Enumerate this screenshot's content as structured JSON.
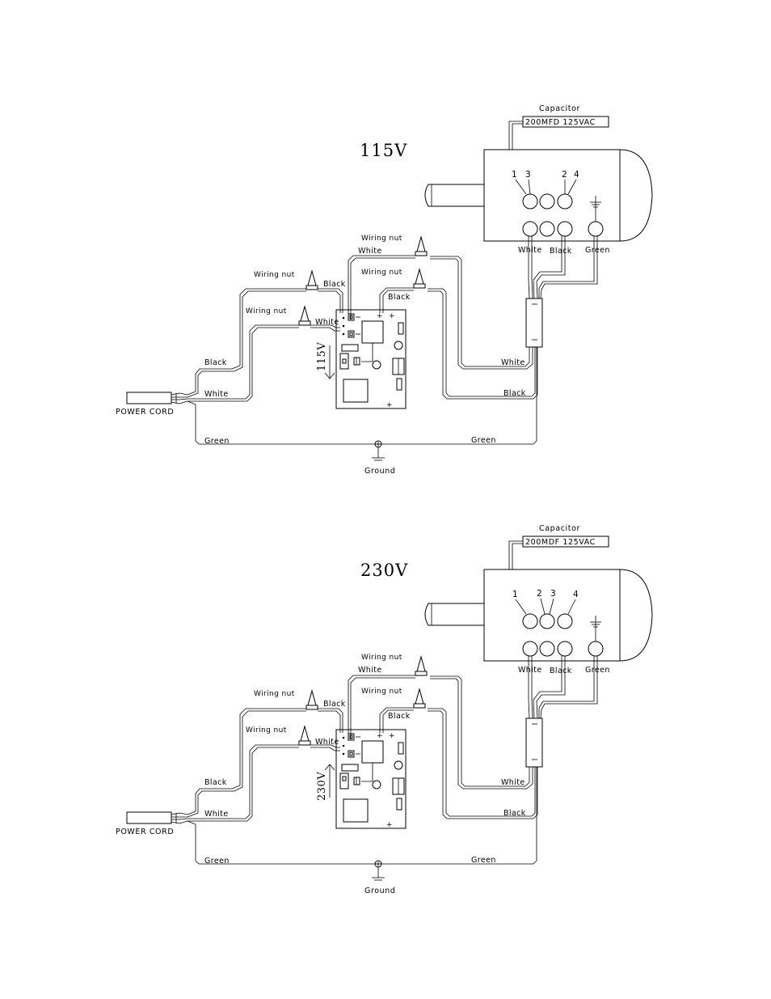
{
  "diagrams": [
    {
      "title": "115V",
      "capacitor_label": "Capacitor",
      "capacitor_value": "200MFD  125VAC",
      "motor_terminals": {
        "t1": "1",
        "t2": "3",
        "t3": "2",
        "t4": "4"
      },
      "motor_wire_labels": {
        "white": "White",
        "black": "Black",
        "green": "Green"
      },
      "wiring_nuts": {
        "top": "Wiring nut",
        "mid": "Wiring nut",
        "left_upper": "Wiring nut",
        "left_lower": "Wiring nut"
      },
      "wire_labels": {
        "top_white": "White",
        "mid_black": "Black",
        "left_black": "Black",
        "left_white": "White",
        "cord_black": "Black",
        "cord_white": "White",
        "right_white": "White",
        "right_black": "Black",
        "green_left": "Green",
        "green_right": "Green"
      },
      "power_cord": "POWER CORD",
      "ground": "Ground",
      "voltage_switch": "115V"
    },
    {
      "title": "230V",
      "capacitor_label": "Capacitor",
      "capacitor_value": "200MDF  125VAC",
      "motor_terminals": {
        "t1": "1",
        "t2": "2",
        "t3": "3",
        "t4": "4"
      },
      "motor_wire_labels": {
        "white": "White",
        "black": "Black",
        "green": "Green"
      },
      "wiring_nuts": {
        "top": "Wiring nut",
        "mid": "Wiring nut",
        "left_upper": "Wiring nut",
        "left_lower": "Wiring nut"
      },
      "wire_labels": {
        "top_white": "White",
        "mid_black": "Black",
        "left_black": "Black",
        "left_white": "White",
        "cord_black": "Black",
        "cord_white": "White",
        "right_white": "White",
        "right_black": "Black",
        "green_left": "Green",
        "green_right": "Green"
      },
      "power_cord": "POWER CORD",
      "ground": "Ground",
      "voltage_switch": "230V"
    }
  ]
}
